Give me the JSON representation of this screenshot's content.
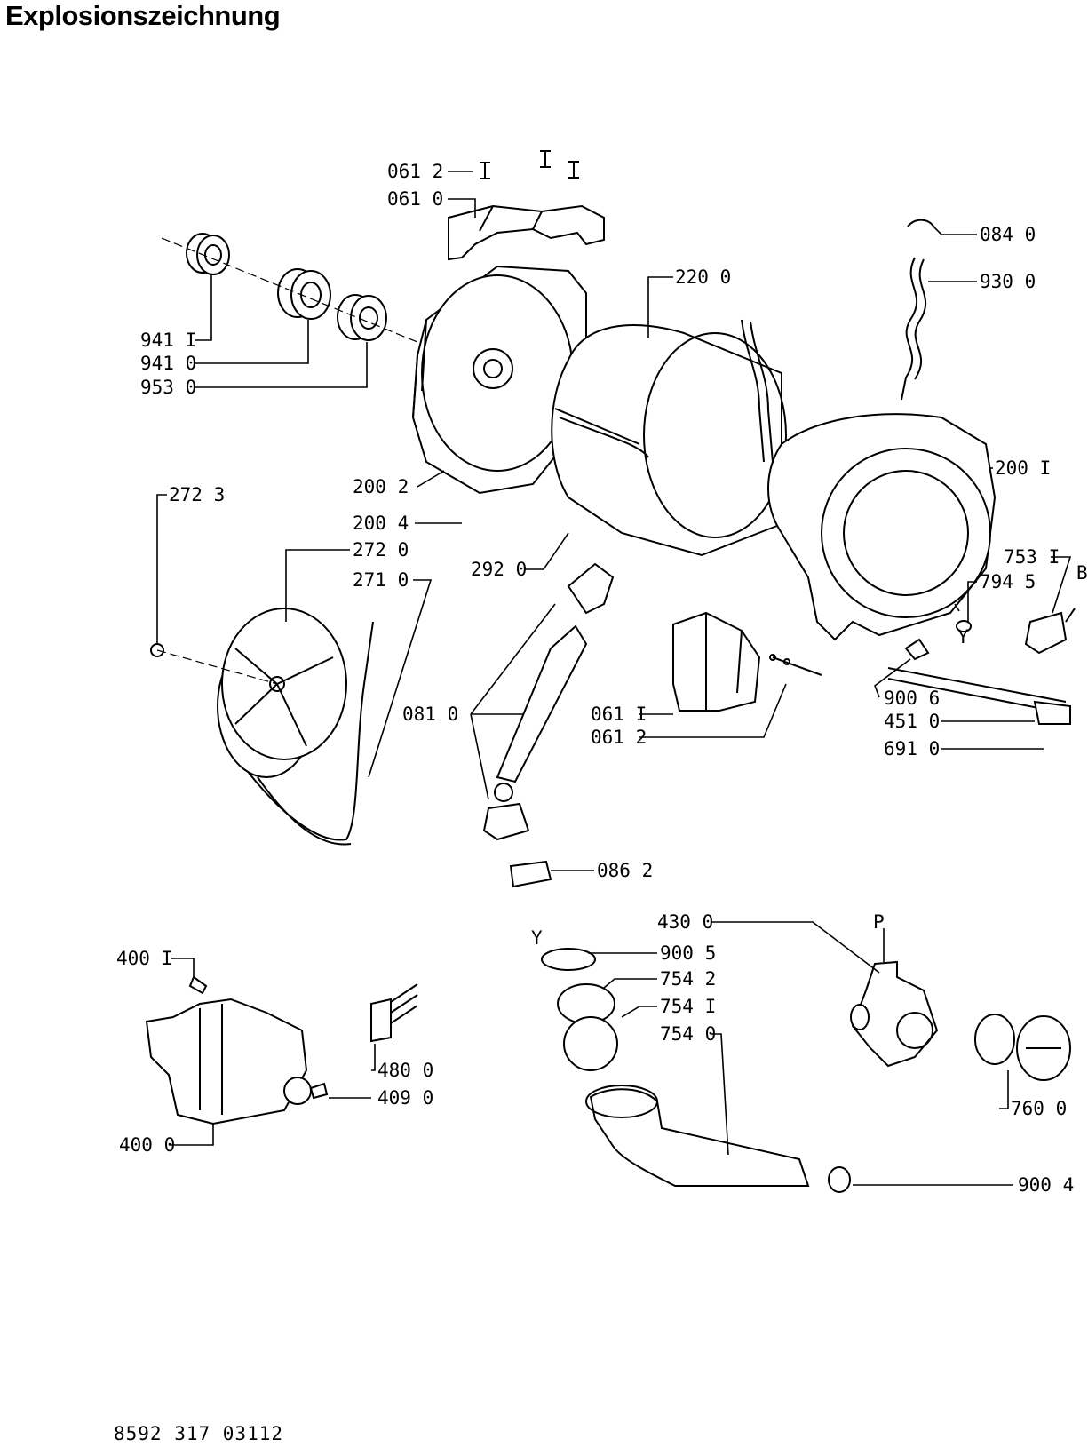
{
  "title": "Explosionszeichnung",
  "footer": "8592 317 03112",
  "labels": {
    "l0612a": "061 2",
    "l0610a": "061 0",
    "l9411": "941 I",
    "l9410": "941 0",
    "l9530": "953 0",
    "l2200": "220 0",
    "l0840": "084 0",
    "l9300": "930 0",
    "l2001": "200 I",
    "l2002": "200 2",
    "l2004": "200 4",
    "l2723": "272 3",
    "l2720": "272 0",
    "l2710": "271 0",
    "l2920": "292 0",
    "l7531": "753 I",
    "l7945": "794 5",
    "lB": "B",
    "lY1": "Y",
    "l0810": "081 0",
    "l0611b": "061 I",
    "l0612b": "061 2",
    "l9006": "900 6",
    "l4510": "451 0",
    "l6910": "691 0",
    "l0862": "086 2",
    "l4300": "430 0",
    "lP": "P",
    "lY2": "Y",
    "l9005": "900 5",
    "l7542": "754 2",
    "l7541": "754 I",
    "l7540": "754 0",
    "l4001": "400 I",
    "l4800": "480 0",
    "l4090": "409 0",
    "l4000": "400 0",
    "l7600": "760 0",
    "l9004": "900 4"
  }
}
